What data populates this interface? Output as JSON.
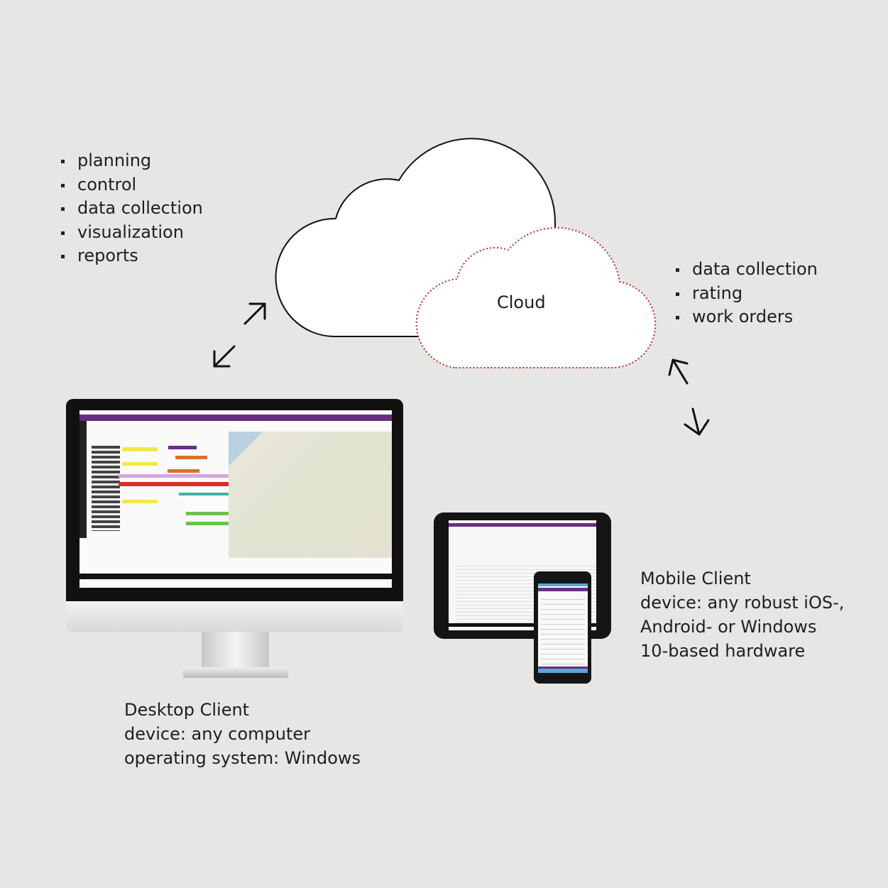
{
  "server_features": [
    "planning",
    "control",
    "data collection",
    "visualization",
    "reports"
  ],
  "mobile_features": [
    "data collection",
    "rating",
    "work orders"
  ],
  "cloud": {
    "label": "Cloud"
  },
  "desktop_client": {
    "title": "Desktop Client",
    "device": "device: any computer",
    "os": "operating system: Windows"
  },
  "mobile_client": {
    "title": "Mobile Client",
    "line1": "device: any robust iOS-,",
    "line2": "Android- or Windows",
    "line3": "10-based hardware"
  },
  "colors": {
    "background": "#e6e6e5",
    "cloud_dotted_border": "#c0282d",
    "app_purple": "#6b2c83"
  }
}
